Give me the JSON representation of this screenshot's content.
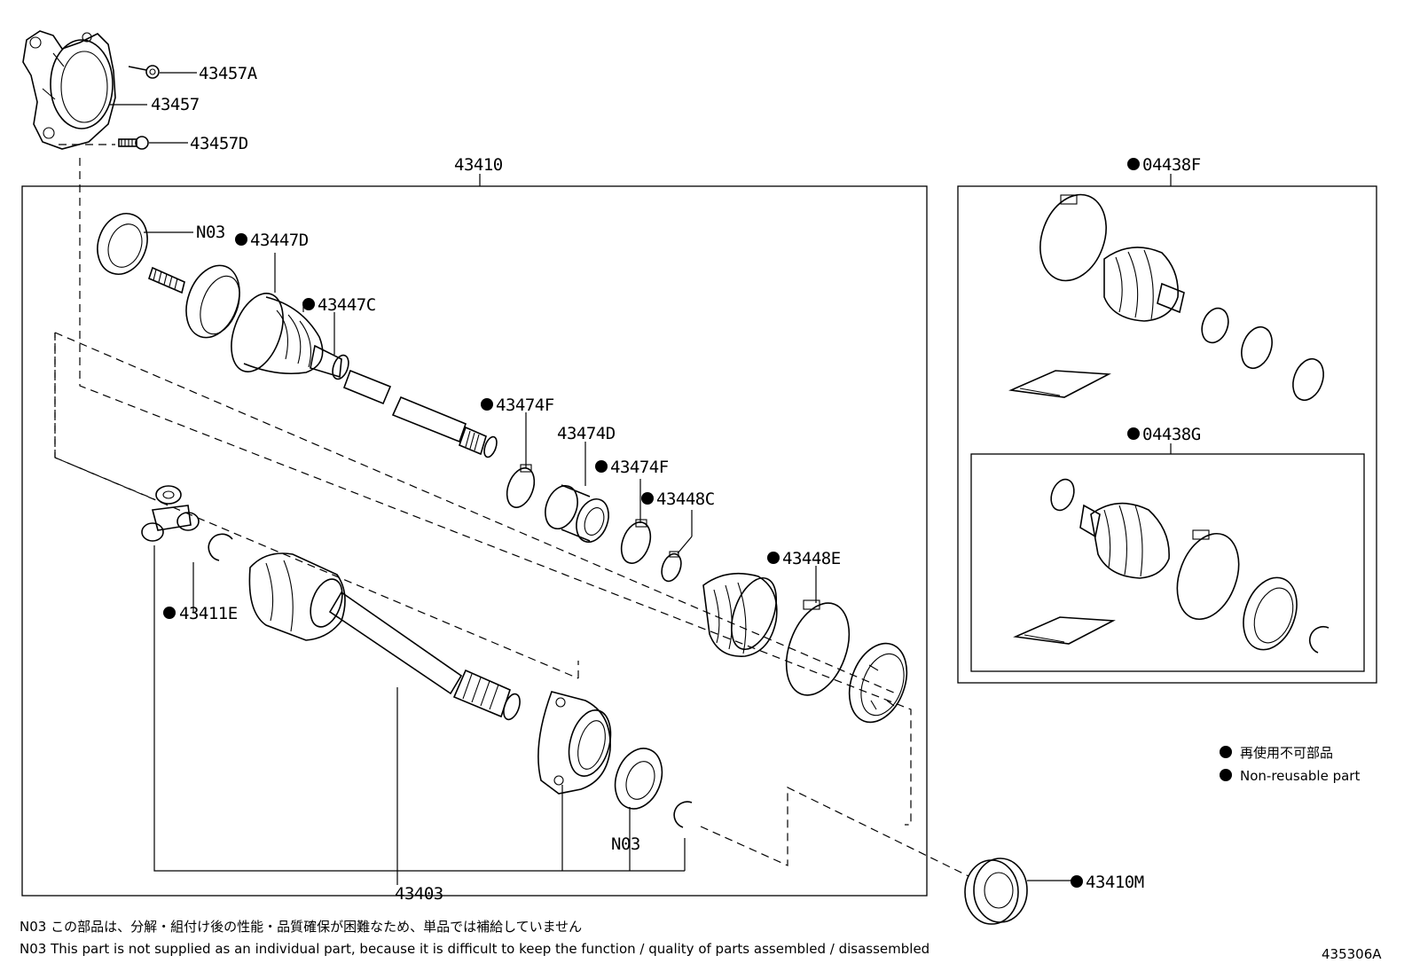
{
  "labels": {
    "p43457A": "43457A",
    "p43457": "43457",
    "p43457D": "43457D",
    "p43410": "43410",
    "p04438F": "04438F",
    "p04438G": "04438G",
    "pN03_top": "N03",
    "p43447D": "43447D",
    "p43447C": "43447C",
    "p43474F_a": "43474F",
    "p43474D": "43474D",
    "p43474F_b": "43474F",
    "p43448C": "43448C",
    "p43448E": "43448E",
    "p43411E": "43411E",
    "pN03_bottom": "N03",
    "p43403": "43403",
    "p43410M": "43410M"
  },
  "legend": {
    "jp": "再使用不可部品",
    "en": "Non-reusable part"
  },
  "notes": {
    "jp": "N03 この部品は、分解・組付け後の性能・品質確保が困難なため、単品では補給していません",
    "en": "N03 This part is not supplied as an  individual part, because it is difficult to keep the function / quality of parts assembled / disassembled"
  },
  "diagram_id": "435306A"
}
